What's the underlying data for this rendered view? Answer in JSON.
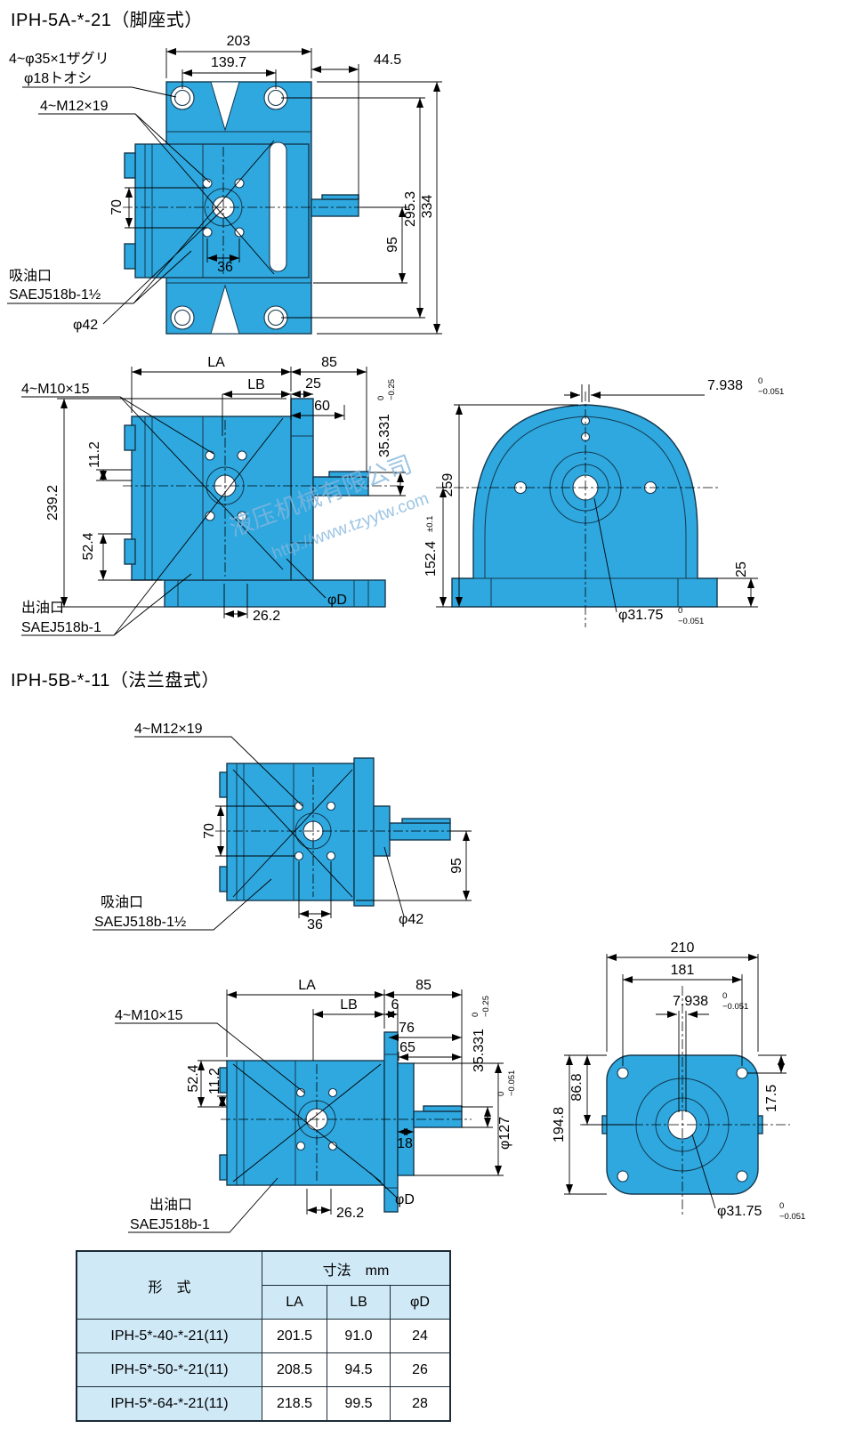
{
  "titleA": "IPH-5A-*-21（脚座式）",
  "titleB": "IPH-5B-*-11（法兰盘式）",
  "watermark": {
    "company": "液压机械有限公司",
    "url": "http://www.tzyytw.com"
  },
  "colors": {
    "pump_fill": "#2ea8df",
    "table_header_bg": "#cfe9f7",
    "watermark": "#84b6dd"
  },
  "a1": {
    "d203": "203",
    "d139_7": "139.7",
    "d44_5": "44.5",
    "counterbore": "4~φ35×1ザグリ",
    "through": "φ18トオシ",
    "m12": "4~M12×19",
    "d70": "70",
    "d36": "36",
    "d95": "95",
    "d295_3": "295.3",
    "d334": "334",
    "suction": "吸油口",
    "suction_spec": "SAEJ518b-1½",
    "phi42": "φ42"
  },
  "a2": {
    "la": "LA",
    "d85": "85",
    "lb": "LB",
    "d25": "25",
    "d60": "60",
    "m10": "4~M10×15",
    "d11_2": "11.2",
    "d239_2": "239.2",
    "d52_4": "52.4",
    "d35_331": "35.331",
    "t35u": "0",
    "t35l": "−0.25",
    "outlet": "出油口",
    "outlet_spec": "SAEJ518b-1",
    "d26_2": "26.2",
    "phiD": "φD"
  },
  "a3": {
    "d7_938": "7.938",
    "t7u": "0",
    "t7l": "−0.051",
    "d259": "259",
    "d152_4": "152.4",
    "t152": "±0.1",
    "d25": "25",
    "phi31_75": "φ31.75",
    "t31u": "0",
    "t31l": "−0.051"
  },
  "b1": {
    "m12": "4~M12×19",
    "d70": "70",
    "d95": "95",
    "suction": "吸油口",
    "suction_spec": "SAEJ518b-1½",
    "d36": "36",
    "phi42": "φ42"
  },
  "b2": {
    "la": "LA",
    "d85": "85",
    "lb": "LB",
    "d6": "6",
    "d76": "76",
    "d65": "65",
    "m10": "4~M10×15",
    "d52_4": "52.4",
    "d11_2": "11.2",
    "d35_331": "35.331",
    "t35u": "0",
    "t35l": "−0.25",
    "phi127": "φ127",
    "t127u": "0",
    "t127l": "−0.051",
    "d18": "18",
    "outlet": "出油口",
    "outlet_spec": "SAEJ518b-1",
    "d26_2": "26.2",
    "phiD": "φD"
  },
  "b3": {
    "d210": "210",
    "d181": "181",
    "d7_938": "7.938",
    "t7u": "0",
    "t7l": "−0.051",
    "d86_8": "86.8",
    "d194_8": "194.8",
    "d17_5": "17.5",
    "phi31_75": "φ31.75",
    "t31u": "0",
    "t31l": "−0.051"
  },
  "table": {
    "h_model": "形　式",
    "h_dims": "寸法　mm",
    "c_la": "LA",
    "c_lb": "LB",
    "c_phid": "φD",
    "rows": [
      {
        "model": "IPH-5*-40-*-21(11)",
        "la": "201.5",
        "lb": "91.0",
        "phid": "24"
      },
      {
        "model": "IPH-5*-50-*-21(11)",
        "la": "208.5",
        "lb": "94.5",
        "phid": "26"
      },
      {
        "model": "IPH-5*-64-*-21(11)",
        "la": "218.5",
        "lb": "99.5",
        "phid": "28"
      }
    ]
  }
}
